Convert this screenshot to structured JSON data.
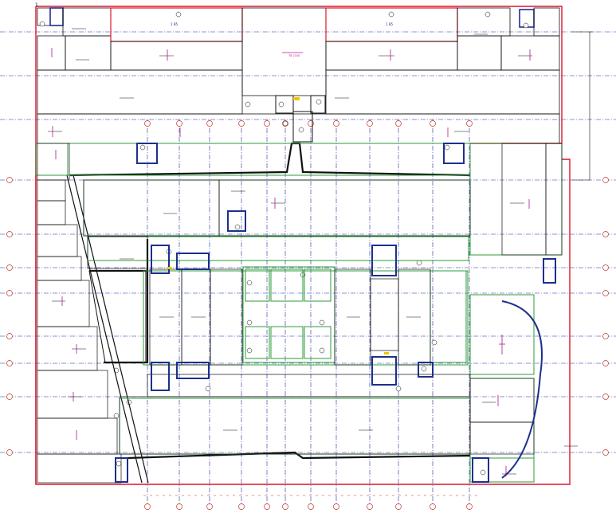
{
  "drawing": {
    "corner_mark": "1",
    "room_labels": [
      "1  B5",
      "1  B5"
    ],
    "center_label": "T8 2100"
  },
  "colors": {
    "boundary": "#e0142c",
    "grid": "#1f2f9a",
    "wall": "#111111",
    "green_outline": "#2e9b3a",
    "blue_outline": "#1d2f8f",
    "magenta": "#b0168f",
    "bubble": "#c0392b",
    "yellow": "#f2c500"
  }
}
